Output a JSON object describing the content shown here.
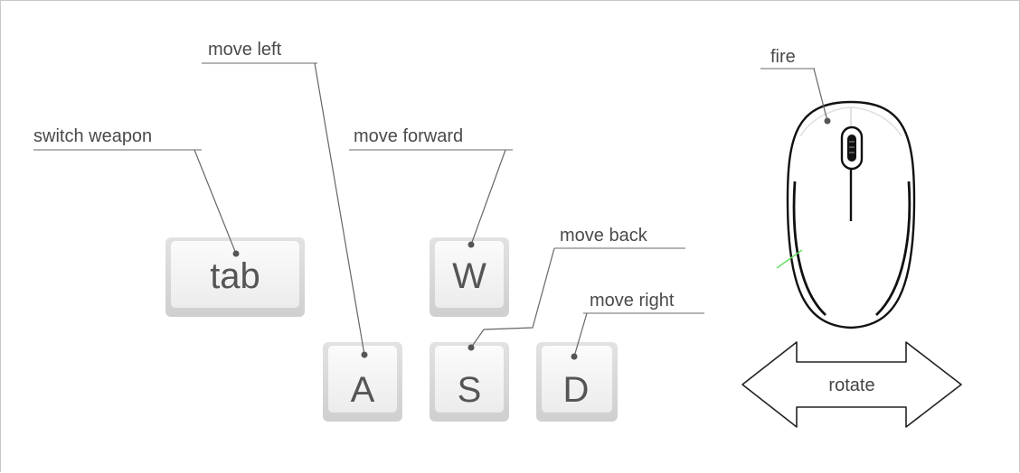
{
  "keys": {
    "tab": "tab",
    "w": "W",
    "a": "A",
    "s": "S",
    "d": "D"
  },
  "annotations": {
    "switch_weapon": "switch weapon",
    "move_left": "move left",
    "move_forward": "move forward",
    "move_back": "move back",
    "move_right": "move right",
    "fire": "fire"
  },
  "mouse": {
    "rotate_label": "rotate"
  }
}
